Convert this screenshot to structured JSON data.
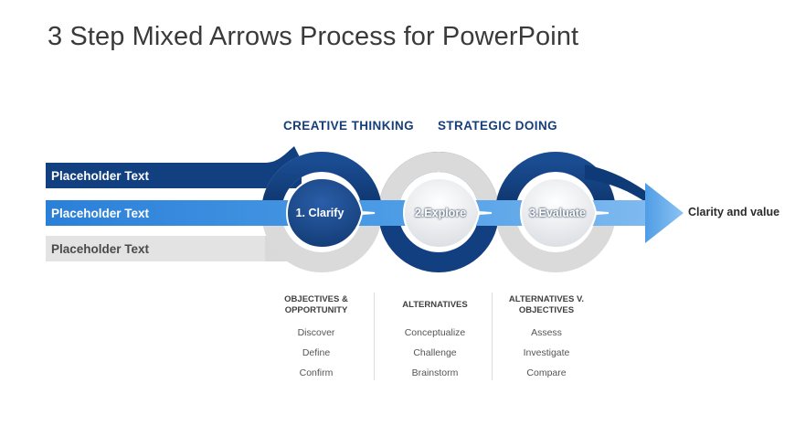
{
  "title": "3 Step Mixed Arrows Process for PowerPoint",
  "headings": [
    "CREATIVE  THINKING",
    "STRATEGIC  DOING"
  ],
  "rows": [
    "Placeholder Text",
    "Placeholder Text",
    "Placeholder Text"
  ],
  "steps": [
    "1. Clarify",
    "2.Explore",
    "3.Evaluate"
  ],
  "end_label": "Clarity and value",
  "columns": [
    {
      "heading": "OBJECTIVES &\nOPPORTUNITY",
      "items": [
        "Discover",
        "Define",
        "Confirm"
      ]
    },
    {
      "heading": "ALTERNATIVES",
      "items": [
        "Conceptualize",
        "Challenge",
        "Brainstorm"
      ]
    },
    {
      "heading": "ALTERNATIVES V.\nOBJECTIVES",
      "items": [
        "Assess",
        "Investigate",
        "Compare"
      ]
    }
  ],
  "colors": {
    "dark_blue": "#123f7f",
    "mid_blue": "#2f86de",
    "light_blue": "#5fa8ec",
    "gray": "#d9d9d9",
    "heading": "#163f7a"
  }
}
